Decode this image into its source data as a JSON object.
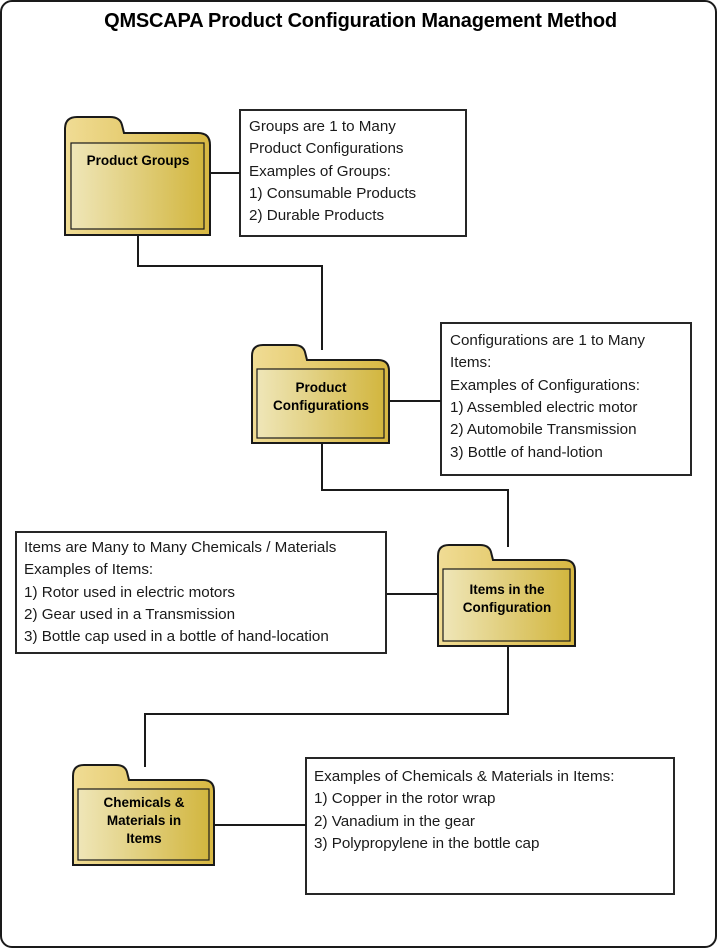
{
  "diagram": {
    "title": "QMSCAPA Product Configuration Management Method",
    "type": "flow-hierarchy",
    "colors": {
      "folder_tab": "#E3C košice",
      "folder_gradient_light": "#EFE5B4",
      "folder_gradient_dark": "#D2B63F",
      "outline": "#1A1A1A",
      "text": "#000000",
      "page_border": "#1A1A1A",
      "background": "#FFFFFF"
    },
    "nodes": [
      {
        "id": "product-groups",
        "label": "Product Groups",
        "icon": "folder-icon"
      },
      {
        "id": "product-configurations",
        "label": "Product\nConfigurations",
        "icon": "folder-icon"
      },
      {
        "id": "items-in-configuration",
        "label": "Items in the\nConfiguration",
        "icon": "folder-icon"
      },
      {
        "id": "chemicals-materials",
        "label": "Chemicals &\nMaterials in\nItems",
        "icon": "folder-icon"
      }
    ],
    "notes": [
      {
        "id": "note-groups",
        "for": "product-groups",
        "text": "Groups are 1 to Many\nProduct Configurations\nExamples of Groups:\n1) Consumable Products\n2) Durable Products"
      },
      {
        "id": "note-configurations",
        "for": "product-configurations",
        "text": "Configurations are 1 to Many\nItems:\nExamples of Configurations:\n1) Assembled electric motor\n2) Automobile Transmission\n3) Bottle of hand-lotion"
      },
      {
        "id": "note-items",
        "for": "items-in-configuration",
        "text": "Items are Many to Many Chemicals / Materials\nExamples of Items:\n1) Rotor used in electric motors\n2) Gear used in a Transmission\n3) Bottle cap used in a bottle of hand-location"
      },
      {
        "id": "note-chemicals",
        "for": "chemicals-materials",
        "text": "Examples of Chemicals & Materials in Items:\n1) Copper in the rotor wrap\n2) Vanadium in the gear\n3) Polypropylene in the bottle cap"
      }
    ]
  }
}
